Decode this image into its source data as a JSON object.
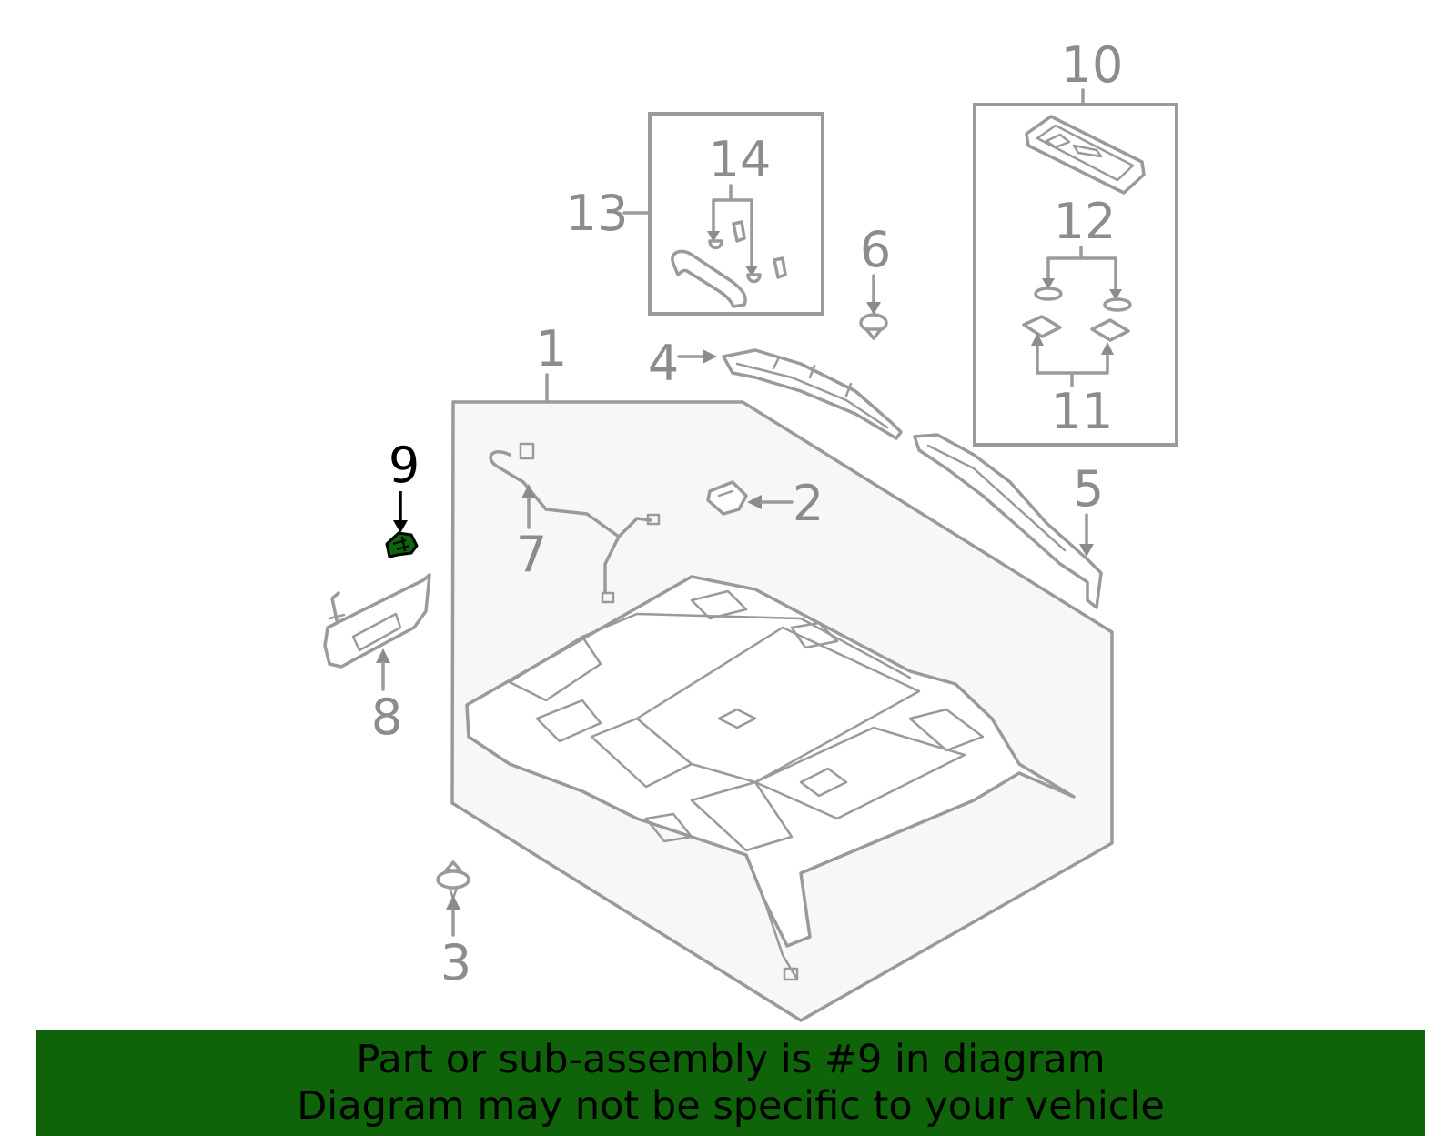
{
  "callouts": {
    "c1": "1",
    "c2": "2",
    "c3": "3",
    "c4": "4",
    "c5": "5",
    "c6": "6",
    "c7": "7",
    "c8": "8",
    "c9": "9",
    "c10": "10",
    "c11": "11",
    "c12": "12",
    "c13": "13",
    "c14": "14"
  },
  "highlight_part": "9",
  "colors": {
    "line_gray": "#9a9a9a",
    "label_gray": "#8c8c8c",
    "highlight_green": "#0f6309",
    "footer_bg": "#0f6309",
    "panel_fill": "#f7f7f7"
  },
  "footer": {
    "line1": "Part or sub-assembly is #9 in diagram",
    "line2": "Diagram may not be specific to your vehicle"
  }
}
